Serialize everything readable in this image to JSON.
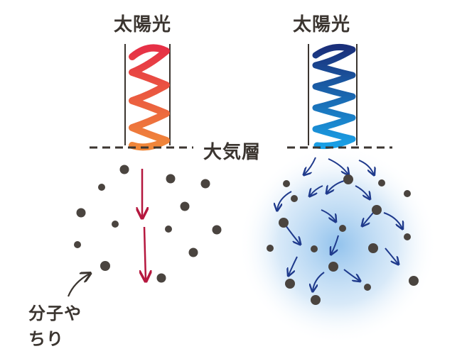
{
  "labels": {
    "sunlight_left": "太陽光",
    "sunlight_right": "太陽光",
    "atmosphere": "大気層",
    "molecules_line1": "分子や",
    "molecules_line2": "ちり"
  },
  "colors": {
    "ink": "#3b3530",
    "red_top": "#e63046",
    "red_bottom": "#f0883a",
    "blue_top": "#1a2f7a",
    "blue_bottom": "#1aa0e6",
    "arrow_red": "#b5173e",
    "arrow_blue": "#1f3a8c",
    "glow": "#7fb8ea",
    "dot": "#4a443f"
  },
  "icons": {
    "left_beam": "red-spiral-wave-icon",
    "right_beam": "blue-spiral-wave-icon",
    "pointer": "curved-arrow-icon"
  }
}
